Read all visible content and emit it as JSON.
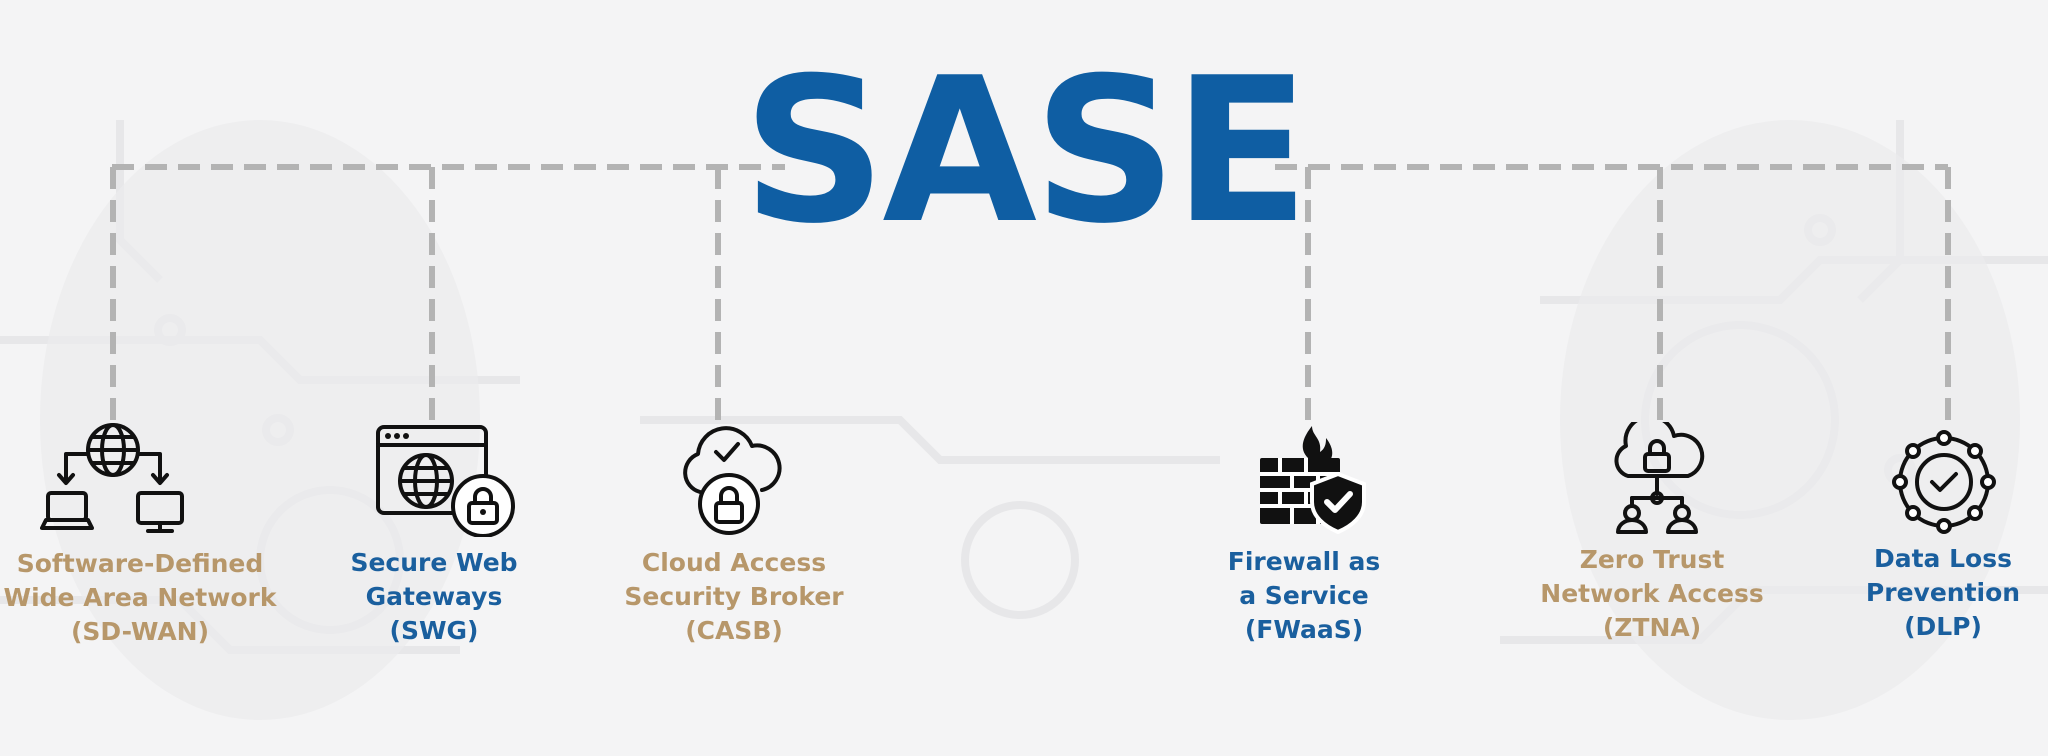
{
  "title": "SASE",
  "colors": {
    "title": "#0f5ea3",
    "blue_label": "#1a5f9e",
    "tan_label": "#b7976a",
    "connector": "#b3b3b3",
    "icon": "#111111"
  },
  "components": [
    {
      "icon": "globe-network-icon",
      "color": "tan",
      "lines": [
        "Software-Defined",
        "Wide Area Network",
        "(SD-WAN)"
      ]
    },
    {
      "icon": "web-browser-lock-icon",
      "color": "blue",
      "lines": [
        "Secure Web",
        "Gateways",
        "(SWG)"
      ]
    },
    {
      "icon": "cloud-lock-icon",
      "color": "tan",
      "lines": [
        "Cloud Access",
        "Security Broker",
        "(CASB)"
      ]
    },
    {
      "icon": "firewall-shield-icon",
      "color": "blue",
      "lines": [
        "Firewall as",
        "a Service",
        "(FWaaS)"
      ]
    },
    {
      "icon": "cloud-users-lock-icon",
      "color": "tan",
      "lines": [
        "Zero Trust",
        "Network Access",
        "(ZTNA)"
      ]
    },
    {
      "icon": "data-check-nodes-icon",
      "color": "blue",
      "lines": [
        "Data Loss",
        "Prevention",
        "(DLP)"
      ]
    }
  ]
}
